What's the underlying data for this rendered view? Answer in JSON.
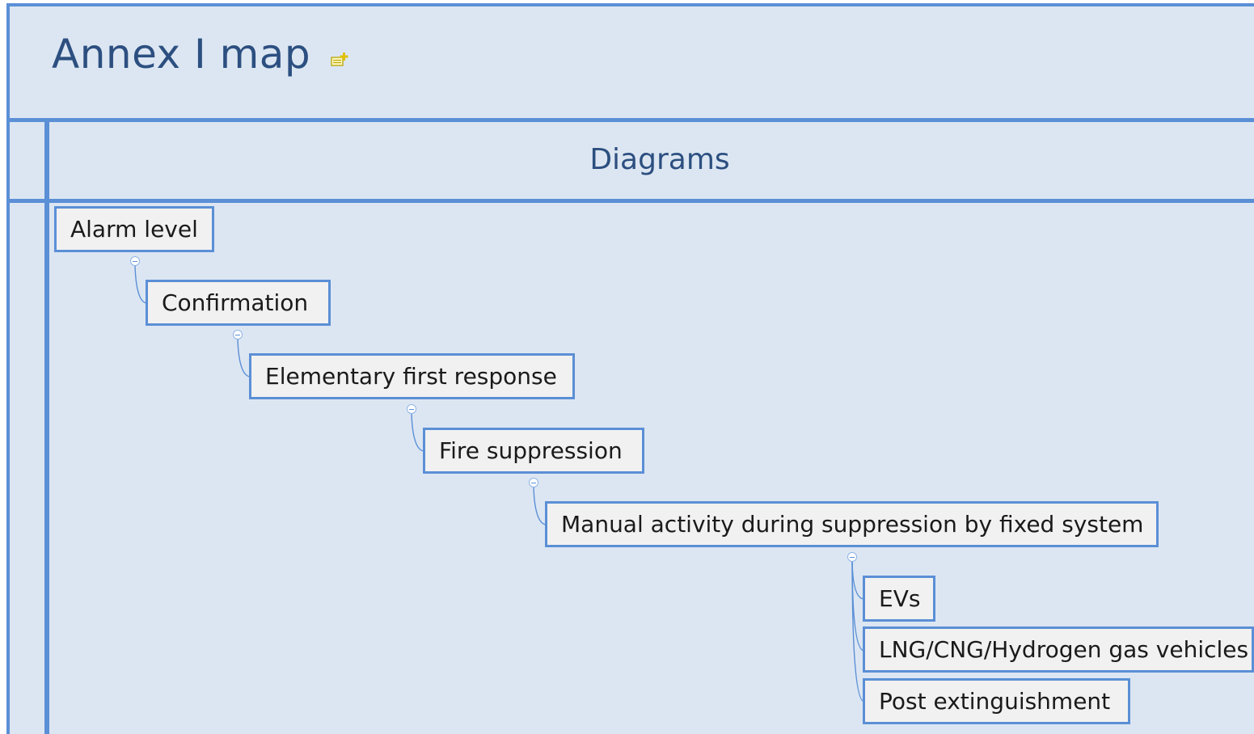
{
  "map": {
    "title": "Annex I map",
    "section": "Diagrams"
  },
  "nodes": [
    "Alarm level",
    "Confirmation",
    "Elementary first response",
    "Fire suppression",
    "Manual activity during suppression by fixed system",
    "EVs",
    "LNG/CNG/Hydrogen gas vehicles",
    "Post extinguishment"
  ],
  "colors": {
    "accent": "#5b8fd6",
    "background": "#dce6f2",
    "title": "#2c4f80",
    "node_fill": "#f1f1f1"
  },
  "icons": {
    "title_note": "note-add-icon",
    "collapse": "collapse-toggle-icon"
  }
}
